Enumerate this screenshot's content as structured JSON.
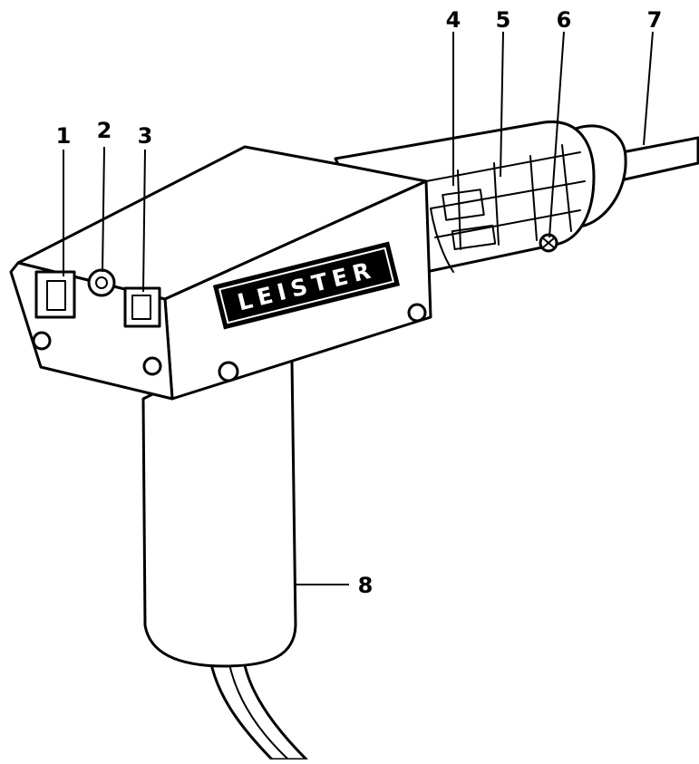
{
  "brand": "LEISTER",
  "callouts": [
    {
      "id": "1",
      "label": "1"
    },
    {
      "id": "2",
      "label": "2"
    },
    {
      "id": "3",
      "label": "3"
    },
    {
      "id": "4",
      "label": "4"
    },
    {
      "id": "5",
      "label": "5"
    },
    {
      "id": "6",
      "label": "6"
    },
    {
      "id": "7",
      "label": "7"
    },
    {
      "id": "8",
      "label": "8"
    }
  ],
  "colors": {
    "ink": "#000000",
    "paper": "#ffffff"
  }
}
